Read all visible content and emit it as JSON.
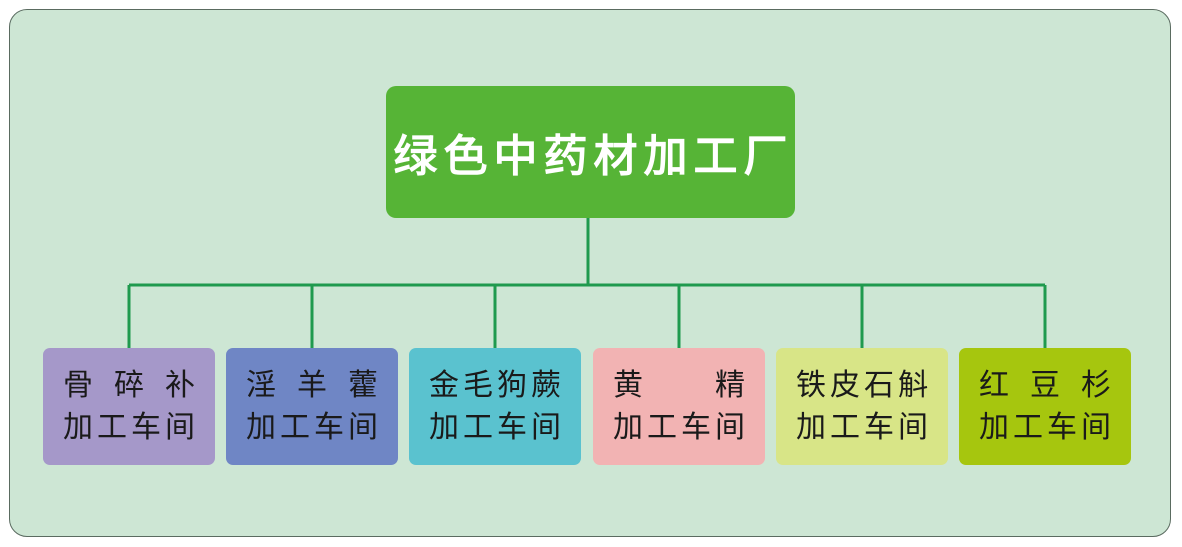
{
  "diagram": {
    "root": {
      "label": "绿色中药材加工厂",
      "color": "#56b436",
      "text_color": "#ffffff"
    },
    "connector_color": "#1f9a4e",
    "panel_color": "#cde6d4",
    "children": [
      {
        "line1": "骨碎补",
        "line2": "加工车间",
        "color": "#a598c9",
        "text_color": "#1a1a1a"
      },
      {
        "line1": "淫羊藿",
        "line2": "加工车间",
        "color": "#6f86c5",
        "text_color": "#1a1a1a"
      },
      {
        "line1": "金毛狗蕨",
        "line2": "加工车间",
        "color": "#5ac2cf",
        "text_color": "#1a1a1a"
      },
      {
        "line1": "黄　精",
        "line2": "加工车间",
        "color": "#f2b3b3",
        "text_color": "#1a1a1a"
      },
      {
        "line1": "铁皮石斛",
        "line2": "加工车间",
        "color": "#d8e587",
        "text_color": "#1a1a1a"
      },
      {
        "line1": "红豆杉",
        "line2": "加工车间",
        "color": "#a6c60e",
        "text_color": "#1a1a1a"
      }
    ]
  }
}
